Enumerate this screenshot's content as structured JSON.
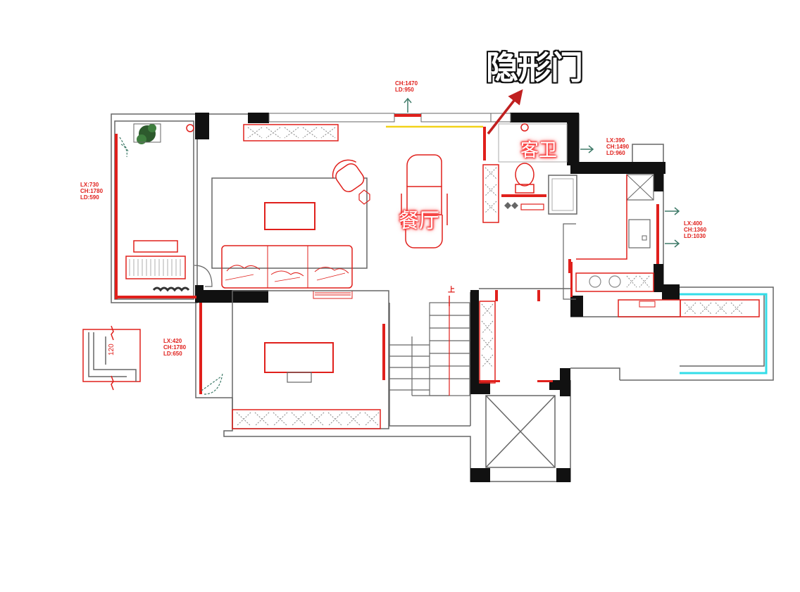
{
  "callout": {
    "text": "隐形门"
  },
  "rooms": {
    "dining": "餐厅",
    "guest_bath": "客卫"
  },
  "stair": {
    "label": "上"
  },
  "detail": {
    "dimension": "120"
  },
  "dims": {
    "top_window": [
      "CH:1470",
      "LD:950"
    ],
    "left_window": [
      "LX:730",
      "CH:1780",
      "LD:590"
    ],
    "bath_window": [
      "LX:390",
      "CH:1490",
      "LD:960"
    ],
    "kitchen_window": [
      "LX:400",
      "CH:1360",
      "LD:1030"
    ],
    "bedroom_window": [
      "LX:420",
      "CH:1780",
      "LD:650"
    ]
  },
  "colors": {
    "wall": "#111111",
    "line": "#666666",
    "furniture": "#e0201c",
    "arrow": "#c02020",
    "glass": "#33dde8",
    "vent": "#3e7a68"
  }
}
